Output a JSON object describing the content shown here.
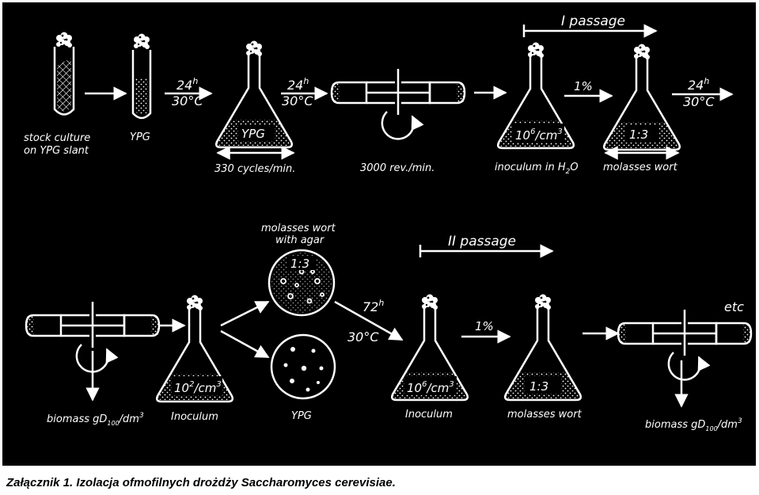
{
  "diagram": {
    "row1": {
      "stock_culture_label_line1": "stock culture",
      "stock_culture_label_line2": "on YPG slant",
      "tube_label": "YPG",
      "step1_time": "24",
      "step1_time_unit": "h",
      "step1_temp": "30°C",
      "flask1_medium": "YPG",
      "shaking_label": "330 cycles/min.",
      "step2_time": "24",
      "step2_time_unit": "h",
      "step2_temp": "30°C",
      "centrifuge_label": "3000 rev./min.",
      "passage1_label": "I passage",
      "flask2_density_base": "10",
      "flask2_density_exp": "6",
      "flask2_density_unit": "/cm",
      "flask2_density_unit_exp": "3",
      "flask2_label": "inoculum in H",
      "flask2_label_sub": "2",
      "flask2_label_end": "O",
      "dilution1": "1%",
      "flask3_ratio": "1:3",
      "flask3_label": "molasses wort",
      "step3_time": "24",
      "step3_time_unit": "h",
      "step3_temp": "30°C"
    },
    "row2": {
      "biomass1_label": "biomass gD",
      "biomass1_sub": "100",
      "biomass1_unit": "/dm",
      "biomass1_exp": "3",
      "flask4_density_base": "10",
      "flask4_density_exp": "2",
      "flask4_density_unit": "/cm",
      "flask4_density_unit_exp": "3",
      "flask4_label": "Inoculum",
      "plate_top_caption_line1": "molasses wort",
      "plate_top_caption_line2": "with agar",
      "plate_top_ratio": "1:3",
      "plate_bottom_label": "YPG",
      "step4_time": "72",
      "step4_time_unit": "h",
      "step4_temp": "30°C",
      "passage2_label": "II passage",
      "flask5_density_base": "10",
      "flask5_density_exp": "6",
      "flask5_density_unit": "/cm",
      "flask5_density_unit_exp": "3",
      "flask5_label": "Inoculum",
      "dilution2": "1%",
      "flask6_ratio": "1:3",
      "flask6_label": "molasses wort",
      "etc_label": "etc",
      "biomass2_label": "biomass gD",
      "biomass2_sub": "100",
      "biomass2_unit": "/dm",
      "biomass2_exp": "3"
    }
  },
  "caption": "Załącznik 1. Izolacja ofmofilnych drożdży Saccharomyces cerevisiae.",
  "colors": {
    "panel_bg": "#000000",
    "ink": "#ffffff",
    "page_bg": "#ffffff"
  }
}
